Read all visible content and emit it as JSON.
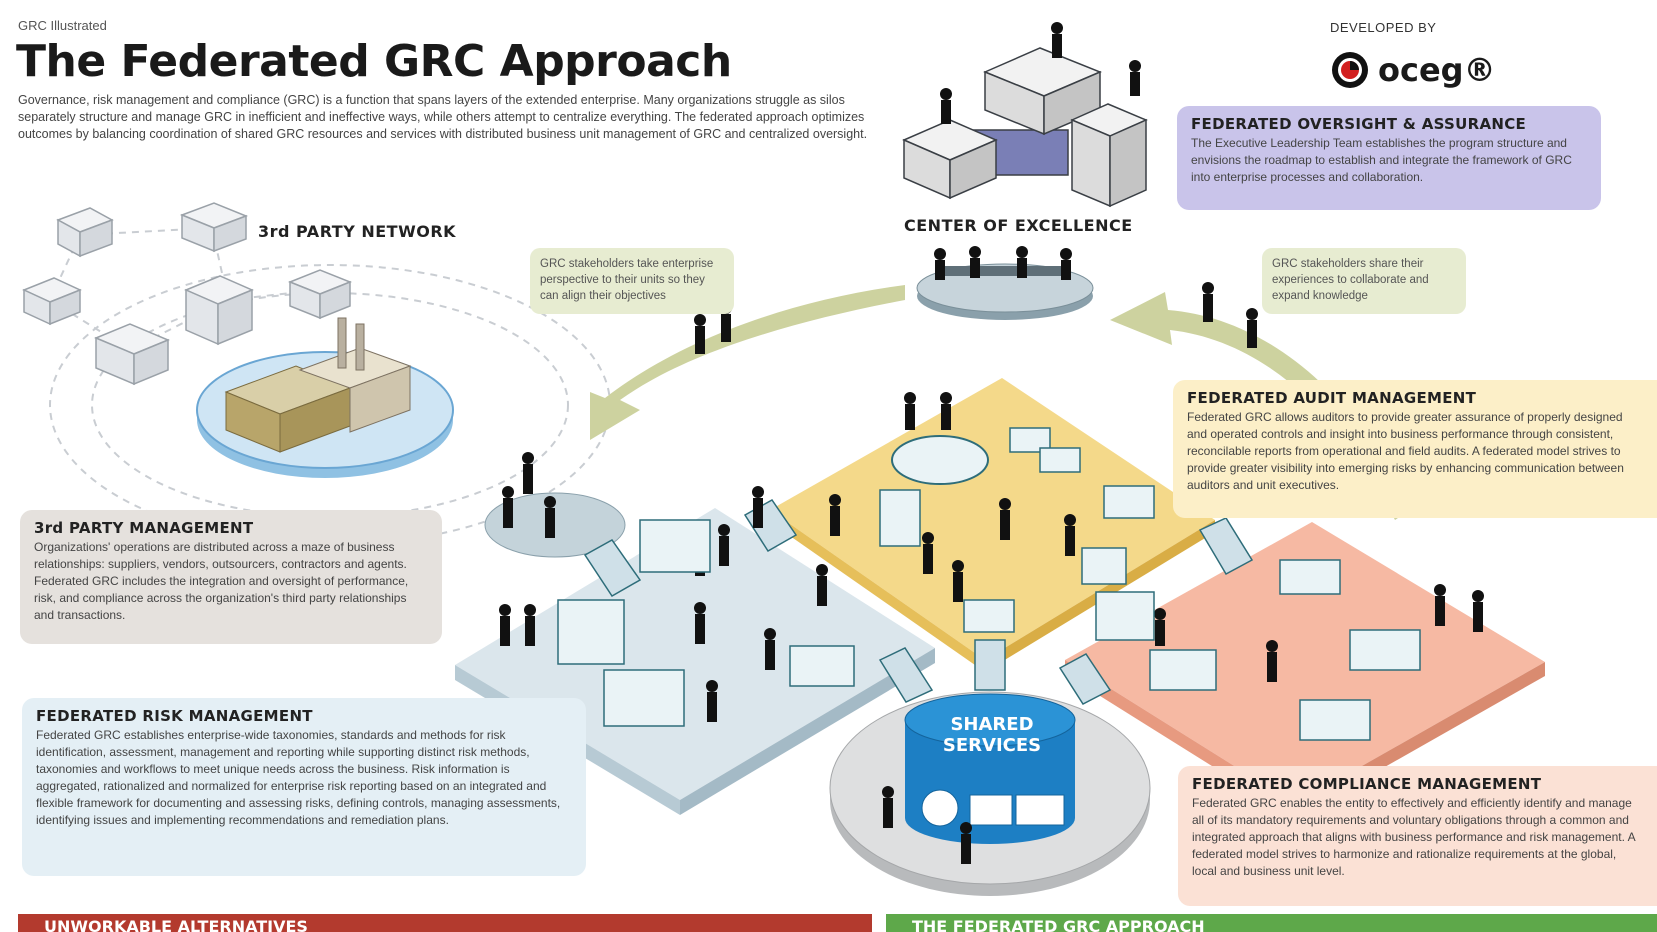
{
  "header": {
    "kicker": "GRC Illustrated",
    "title": "The Federated GRC Approach",
    "intro": "Governance, risk management and compliance (GRC) is a function that spans layers of the extended enterprise. Many organizations struggle as silos separately structure and manage GRC in inefficient and ineffective ways, while others attempt to centralize everything. The federated approach optimizes outcomes by balancing coordination of shared GRC resources and services with distributed business unit management of GRC and centralized oversight."
  },
  "branding": {
    "developed_by": "DEVELOPED BY",
    "logo_text": "oceg®",
    "logo_icon": "oceg-logo-icon"
  },
  "labels": {
    "third_party_network": "3rd PARTY NETWORK",
    "center_of_excellence": "CENTER OF EXCELLENCE",
    "shared_services_line1": "SHARED",
    "shared_services_line2": "SERVICES"
  },
  "bubbles": {
    "left": "GRC stakeholders take enterprise perspective to their units so they can align their objectives",
    "right": "GRC stakeholders share their experiences to collaborate and expand knowledge"
  },
  "callouts": {
    "oversight": {
      "title": "FEDERATED OVERSIGHT & ASSURANCE",
      "body": "The Executive Leadership Team establishes the program structure and envisions the roadmap to establish and integrate the framework of GRC into enterprise processes and collaboration."
    },
    "audit": {
      "title": "FEDERATED AUDIT MANAGEMENT",
      "body": "Federated GRC allows auditors to provide greater assurance of properly designed and operated controls and insight into business performance through consistent, reconcilable reports from operational and field audits. A federated model strives to provide greater visibility into emerging risks by enhancing communication between auditors and unit executives."
    },
    "third_party": {
      "title": "3rd PARTY MANAGEMENT",
      "body": "Organizations' operations are distributed across a maze of business relationships: suppliers, vendors, outsourcers, contractors and agents. Federated GRC includes the integration and oversight of performance, risk, and compliance across the organization's third party relationships and transactions."
    },
    "risk": {
      "title": "FEDERATED RISK MANAGEMENT",
      "body": "Federated GRC establishes enterprise-wide taxonomies, standards and methods for risk identification, assessment, management and reporting while supporting distinct risk methods, taxonomies and workflows to meet unique needs across the business. Risk information is aggregated, rationalized and normalized for enterprise risk reporting based on an integrated and flexible framework for documenting and assessing risks, defining controls, managing assessments, identifying issues and implementing recommendations and remediation plans."
    },
    "compliance": {
      "title": "FEDERATED COMPLIANCE MANAGEMENT",
      "body": "Federated GRC enables the entity to effectively and efficiently identify and manage all of its mandatory requirements and voluntary obligations through a common and integrated approach that aligns with business performance and risk management. A federated model strives to harmonize and rationalize requirements at the global, local and business unit level."
    }
  },
  "footer": {
    "left_bar": "UNWORKABLE ALTERNATIVES",
    "right_bar": "THE FEDERATED GRC APPROACH"
  },
  "colors": {
    "oversight_bg": "#c9c4ea",
    "audit_bg": "#fcefc8",
    "third_party_bg": "#e5e1dd",
    "risk_bg": "#e4eff5",
    "compliance_bg": "#fbe1d5",
    "bubble_bg": "#e7ecd1",
    "red_bar": "#b33a2e",
    "green_bar": "#5ea84a",
    "shared_services": "#1d7fc4"
  }
}
